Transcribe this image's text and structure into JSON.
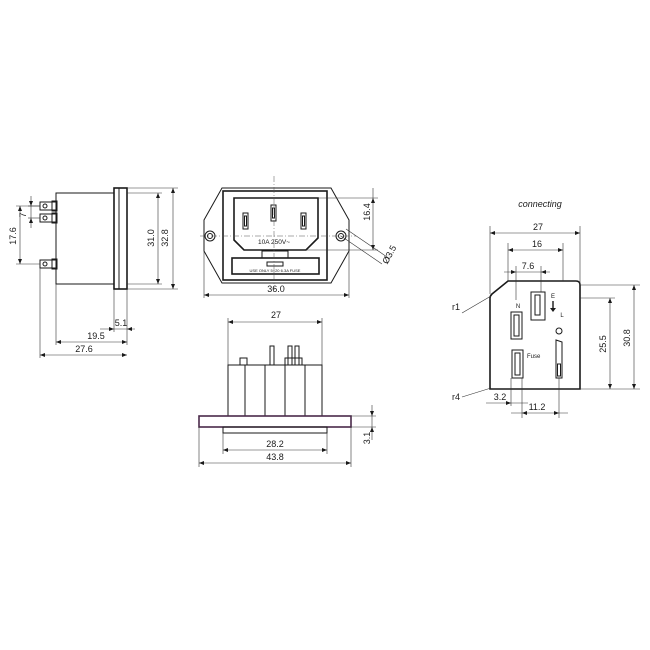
{
  "side_view": {
    "dims": {
      "d7": "7",
      "d17_6": "17.6",
      "d31_0": "31.0",
      "d32_8": "32.8",
      "d5_1": "5.1",
      "d19_5": "19.5",
      "d27_6": "27.6"
    }
  },
  "front_view": {
    "rating": "10A 250V~",
    "fuse_label": "USE ONLY 5×20 6.3A FUSE",
    "dims": {
      "d16_4": "16.4",
      "d3_5": "Ø3.5",
      "d36_0": "36.0"
    }
  },
  "bottom_view": {
    "dims": {
      "d27": "27",
      "d28_2": "28.2",
      "d43_8": "43.8",
      "d3_1": "3.1"
    }
  },
  "cutout_view": {
    "title": "connecting",
    "labels": {
      "n": "N",
      "e": "E",
      "l": "L",
      "fuse": "Fuse",
      "r1": "r1",
      "r4": "r4"
    },
    "dims": {
      "d27": "27",
      "d16": "16",
      "d7_6": "7.6",
      "d25_5": "25.5",
      "d30_8": "30.8",
      "d3_2": "3.2",
      "d11_2": "11.2"
    }
  }
}
